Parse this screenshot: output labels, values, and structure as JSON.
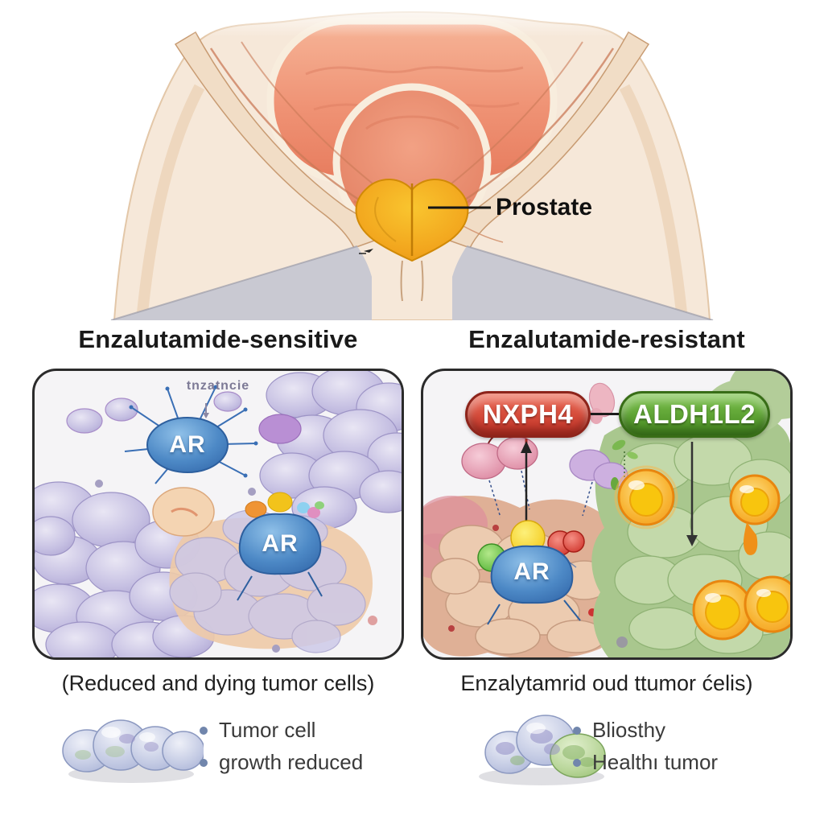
{
  "anatomy": {
    "label": "Prostate"
  },
  "left_panel": {
    "heading": "Enzalutamide-sensitive",
    "drug_label": "tnzatncie",
    "ar_label_top": "AR",
    "ar_label_center": "AR",
    "caption": "(Reduced and dying tumor cells)",
    "bullets": [
      "Tumor cell",
      "growth reduced"
    ]
  },
  "right_panel": {
    "heading": "Enzalutamide-resistant",
    "gene_red": "NXPH4",
    "gene_green": "ALDH1L2",
    "ar_label": "AR",
    "caption": "Enzalytamrid oud ttumor ćelis)",
    "bullets": [
      "Bliosthy",
      "Healthı tumor"
    ]
  },
  "colors": {
    "ar_blue": "#3c77b8",
    "nxph4_red": "#c6352a",
    "aldh1l2_green": "#54a02f",
    "prostate_gold": "#f2a51d",
    "tumor_purple": "#b5acd7",
    "resistant_green": "#a9c78e",
    "sphere_orange": "#f5a61f",
    "bullet_blue": "#7186ac"
  }
}
